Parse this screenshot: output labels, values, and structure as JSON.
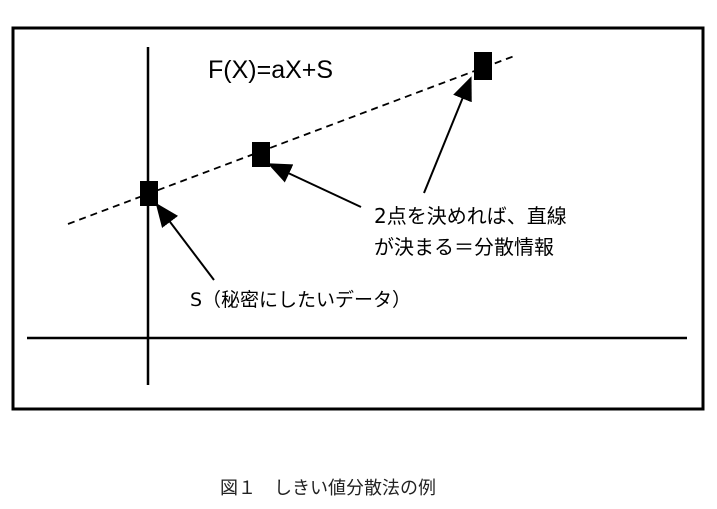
{
  "diagram": {
    "formula": "F(X)=aX+S",
    "note_line1": "2点を決めれば、直線",
    "note_line2": "が決まる＝分散情報",
    "secret_label": "S（秘密にしたいデータ）"
  },
  "caption": "図１　しきい値分散法の例"
}
